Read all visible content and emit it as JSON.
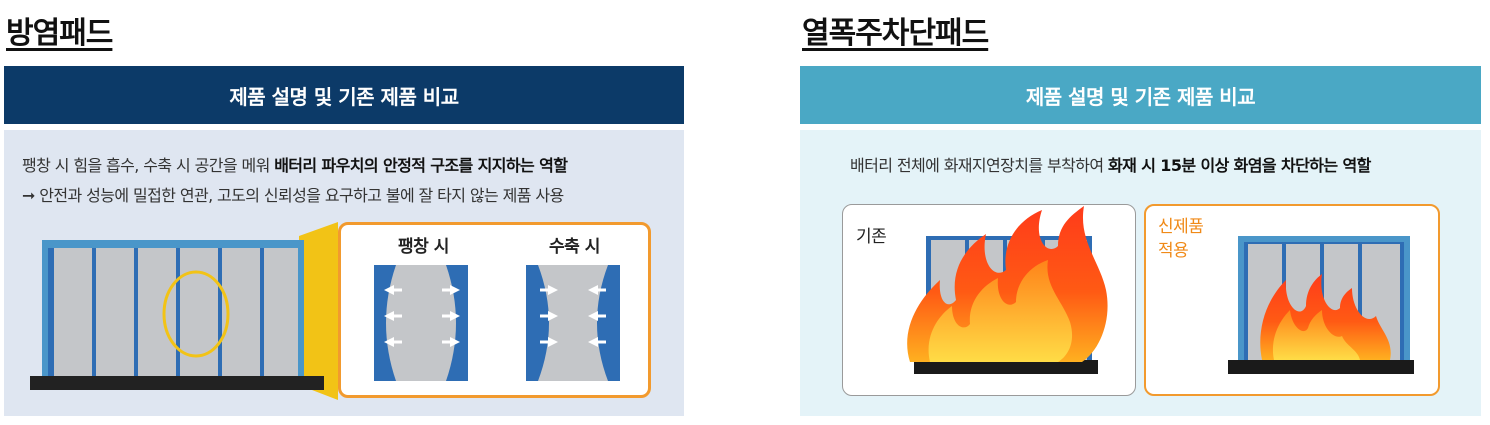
{
  "left": {
    "title": "방염패드",
    "header": "제품 설명 및 기존 제품 비교",
    "desc_line1_plain": "팽창 시 힘을 흡수, 수축 시 공간을 메워 ",
    "desc_line1_bold": "배터리 파우치의 안정적 구조를 지지하는 역할",
    "desc_line2": "➞ 안전과 성능에 밀접한 연관, 고도의 신뢰성을 요구하고 불에 잘 타지 않는 제품 사용",
    "expand_label": "팽창 시",
    "shrink_label": "수축 시"
  },
  "right": {
    "title": "열폭주차단패드",
    "header": "제품 설명 및 기존 제품 비교",
    "desc_plain": "배터리 전체에 화재지연장치를 부착하여 ",
    "desc_bold": "화재 시 15분 이상 화염을 차단하는 역할",
    "existing_label": "기존",
    "new_label_line1": "신제품",
    "new_label_line2": "적용"
  },
  "colors": {
    "navy": "#0c3a68",
    "teal": "#4aa8c5",
    "accent_orange": "#f08a18",
    "cell_blue": "#2e6db4",
    "cell_gray": "#c4c6c9",
    "highlight_yellow": "#f2c316"
  }
}
